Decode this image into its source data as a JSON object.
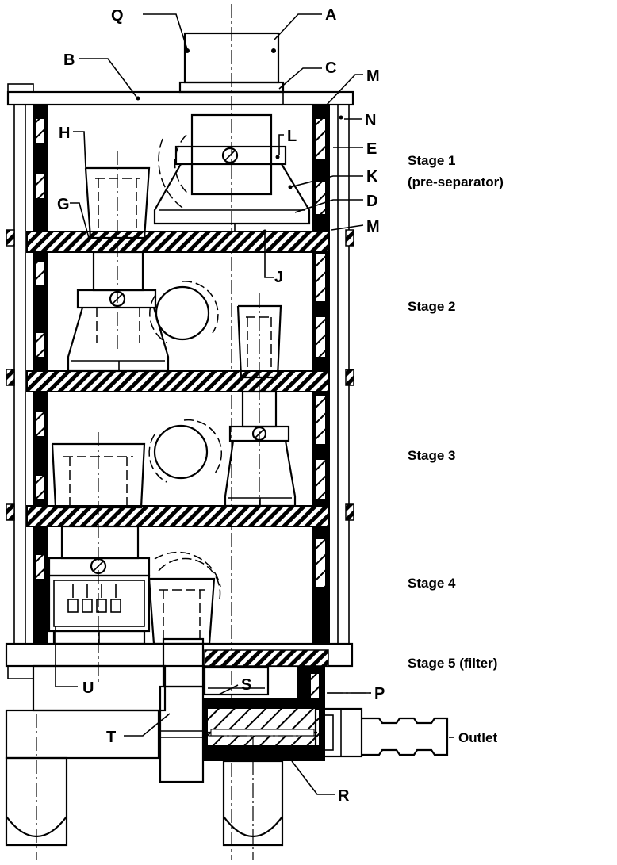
{
  "labels": {
    "A": "A",
    "B": "B",
    "C": "C",
    "D": "D",
    "E": "E",
    "G": "G",
    "H": "H",
    "J": "J",
    "K": "K",
    "L": "L",
    "M1": "M",
    "M2": "M",
    "N": "N",
    "P": "P",
    "Q": "Q",
    "R": "R",
    "S": "S",
    "T": "T",
    "U": "U"
  },
  "stages": {
    "stage1_line1": "Stage 1",
    "stage1_line2": "(pre-separator)",
    "stage2": "Stage 2",
    "stage3": "Stage 3",
    "stage4": "Stage 4",
    "stage5": "Stage 5 (filter)"
  },
  "outlet": "Outlet"
}
